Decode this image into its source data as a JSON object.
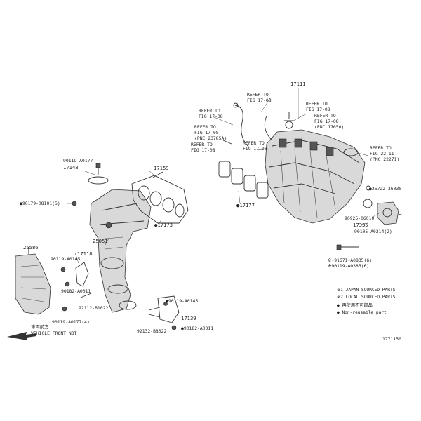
{
  "callouts": {
    "c17111": "17111",
    "c17148": "17148",
    "c90119_a0177": "90119-A0177",
    "c17159": "17159",
    "c90179_08101": "●90179-08101(5)",
    "c17173": "●17173",
    "c17177": "●17177",
    "c25051": "25051",
    "c17118": "17118",
    "c25586": "25586",
    "c90119_a0145_l": "90119-A0145",
    "c90182_a0011": "90182-A0011",
    "c92112_b1022_a": "92112-B1022",
    "c90119_a0177_4": "90119-A0177(4)",
    "c90119_a0145_r": "●90119-A0145",
    "c17139": "17139",
    "c92132_b8022": "92132-B8022",
    "c90182_a0011_r": "●90182-A0011",
    "c25722_36030": "●25722-36030",
    "c90925_06010": "90925-06010",
    "c17335": "17335",
    "c90105_a0214": "90105-A0214(2)",
    "c91671_a0835": "※-91671-A0835(6)",
    "c90119_a0385": "※90119-A0385(6)",
    "front_jp": "車両前方",
    "front_en": "VEHICLE FRONT NOT",
    "fig_code": "1771150"
  },
  "refs": {
    "r1_a": "REFER TO",
    "r1_b": "FIG 17-08",
    "r2_a": "REFER TO",
    "r2_b": "FIG 17-08",
    "r3_a": "REFER TO",
    "r3_b": "FIG 17-08",
    "r4_a": "REFER TO",
    "r4_b": "FIG 17-08",
    "r4_c": "(PNC 23785A)",
    "r5_a": "REFER TO",
    "r5_b": "FIG 17-08",
    "r6_a": "REFER TO",
    "r6_b": "FIG 17-08",
    "r7_a": "REFER TO",
    "r7_b": "FIG 17-08",
    "r7_c": "(PNC 17650)",
    "r8_a": "REFER TO",
    "r8_b": "FIG 22-11",
    "r8_c": "(PNC 22271)"
  },
  "legend": {
    "l1": "※1 JAPAN SOURCED PARTS",
    "l2": "※2 LOCAL SOURCED PARTS",
    "l3": "● 再使用不可部品",
    "l4": "● Non-reusable part"
  },
  "colors": {
    "ink": "#333333",
    "shade": "#d9d9d9",
    "background": "#ffffff"
  }
}
